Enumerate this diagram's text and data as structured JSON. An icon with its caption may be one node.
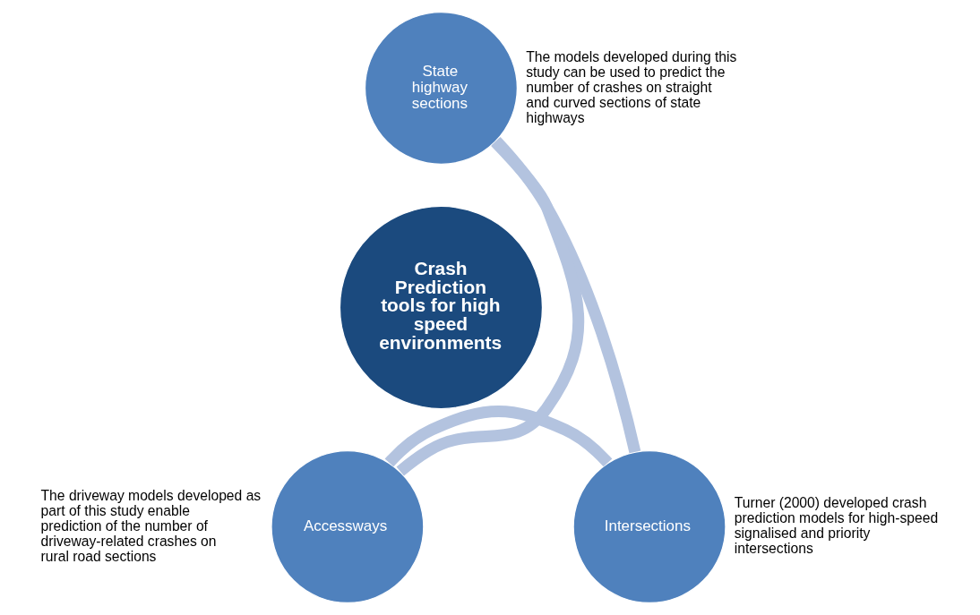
{
  "diagram": {
    "nodes": [
      {
        "text": [
          "Crash Prediction tools for high speed environments"
        ]
      },
      {
        "text": [
          "State highway sections"
        ],
        "beside": [
          "The models developed during this study can be used to predict the number of crashes on straight and curved sections of state highways"
        ]
      },
      {
        "text": [
          "Intersections"
        ],
        "beside": [
          "Turner (2000) developed crash prediction models for high-speed signalised and priority intersections"
        ]
      },
      {
        "text": [
          "Accessways"
        ],
        "beside": [
          "The driveway models developed as part of this study enable prediction of the number of driveway-related crashes on rural road sections"
        ]
      }
    ],
    "edges": [
      {
        "from": 1,
        "to": 2,
        "arrow": "none"
      },
      {
        "from": 2,
        "to": 3,
        "arrow": "none"
      },
      {
        "from": 3,
        "to": 1,
        "arrow": "none"
      }
    ]
  }
}
